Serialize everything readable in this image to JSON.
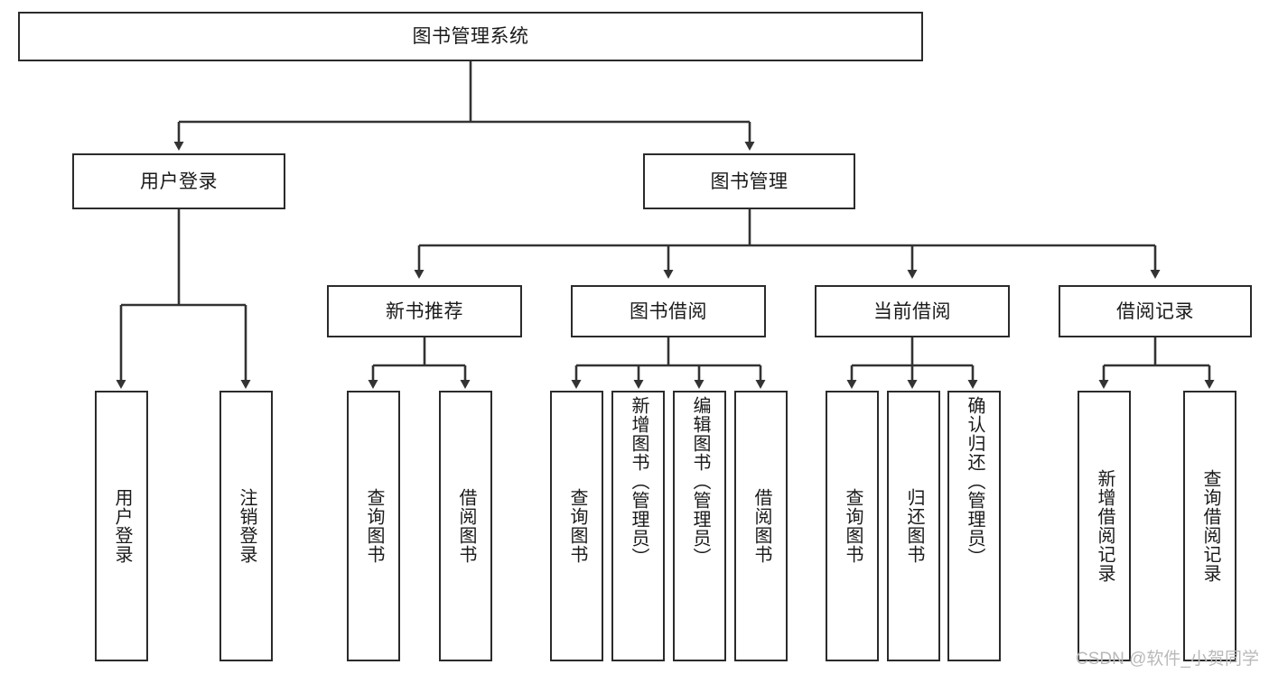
{
  "diagram": {
    "type": "tree",
    "title": "图书管理系统",
    "orientation": "top-down",
    "watermark": "CSDN @软件_小贺同学",
    "colors": {
      "box_border": "#2b2b2b",
      "box_fill": "#ffffff",
      "connector": "#333333",
      "text": "#1a1a1a",
      "watermark": "#b9b9b9",
      "background": "#ffffff"
    },
    "nodes": {
      "root": {
        "label": "图书管理系统",
        "level": 1,
        "orientation": "horizontal"
      },
      "l2": [
        {
          "id": "user-login",
          "label": "用户登录",
          "level": 2,
          "orientation": "horizontal"
        },
        {
          "id": "book-manage",
          "label": "图书管理",
          "level": 2,
          "orientation": "horizontal"
        }
      ],
      "l3": [
        {
          "id": "new-book-rec",
          "label": "新书推荐",
          "level": 3,
          "orientation": "horizontal"
        },
        {
          "id": "book-borrow",
          "label": "图书借阅",
          "level": 3,
          "orientation": "horizontal"
        },
        {
          "id": "current-borrow",
          "label": "当前借阅",
          "level": 3,
          "orientation": "horizontal"
        },
        {
          "id": "borrow-record",
          "label": "借阅记录",
          "level": 3,
          "orientation": "horizontal"
        }
      ],
      "leaves": [
        {
          "id": "leaf-user-login",
          "label": "用户登录",
          "parent": "user-login",
          "orientation": "vertical"
        },
        {
          "id": "leaf-user-logout",
          "label": "注销登录",
          "parent": "user-login",
          "orientation": "vertical"
        },
        {
          "id": "leaf-query-book-1",
          "label": "查询图书",
          "parent": "new-book-rec",
          "orientation": "vertical"
        },
        {
          "id": "leaf-borrow-book-1",
          "label": "借阅图书",
          "parent": "new-book-rec",
          "orientation": "vertical"
        },
        {
          "id": "leaf-query-book-2",
          "label": "查询图书",
          "parent": "book-borrow",
          "orientation": "vertical"
        },
        {
          "id": "leaf-add-book",
          "label": "新增图书（管理员）",
          "parent": "book-borrow",
          "orientation": "vertical"
        },
        {
          "id": "leaf-edit-book",
          "label": "编辑图书（管理员）",
          "parent": "book-borrow",
          "orientation": "vertical"
        },
        {
          "id": "leaf-borrow-book-2",
          "label": "借阅图书",
          "parent": "book-borrow",
          "orientation": "vertical"
        },
        {
          "id": "leaf-query-book-3",
          "label": "查询图书",
          "parent": "current-borrow",
          "orientation": "vertical"
        },
        {
          "id": "leaf-return-book",
          "label": "归还图书",
          "parent": "current-borrow",
          "orientation": "vertical"
        },
        {
          "id": "leaf-confirm-return",
          "label": "确认归还（管理员）",
          "parent": "current-borrow",
          "orientation": "vertical"
        },
        {
          "id": "leaf-add-record",
          "label": "新增借阅记录",
          "parent": "borrow-record",
          "orientation": "vertical"
        },
        {
          "id": "leaf-query-record",
          "label": "查询借阅记录",
          "parent": "borrow-record",
          "orientation": "vertical"
        }
      ]
    }
  }
}
